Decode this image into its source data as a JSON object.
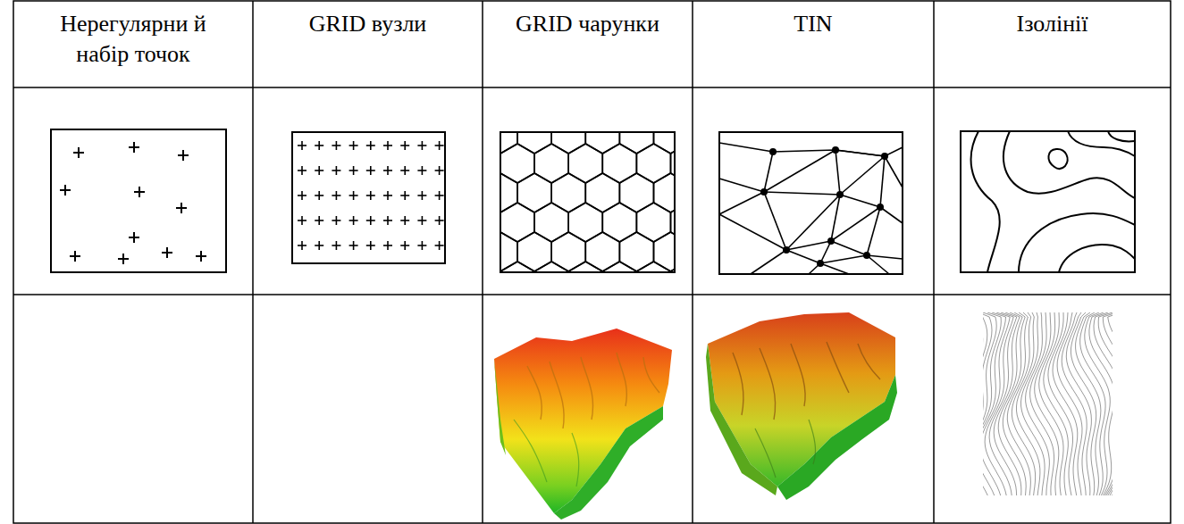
{
  "diagram": {
    "labels": [
      "Нерегулярни й набір точок",
      "GRID вузли",
      "GRID чарунки",
      "TIN",
      "Ізолінії"
    ]
  }
}
